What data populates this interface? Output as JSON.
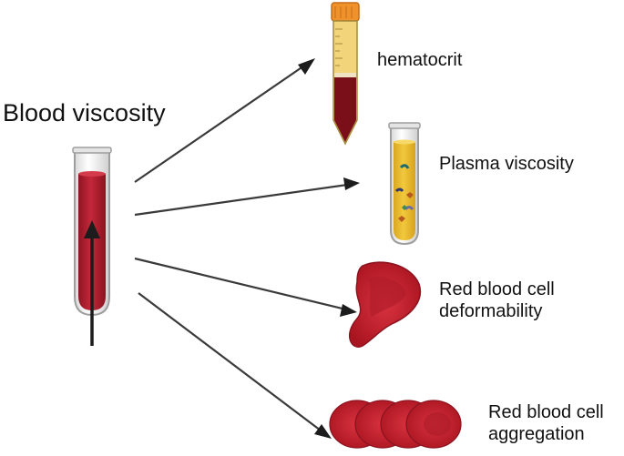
{
  "title": "Blood viscosity",
  "factors": {
    "hematocrit": "hematocrit",
    "plasma": "Plasma viscosity",
    "deformability": [
      "Red blood cell",
      "deformability"
    ],
    "aggregation": [
      "Red blood cell",
      "aggregation"
    ]
  },
  "colors": {
    "blood": "#b21a2c",
    "blood_dark": "#6e0f18",
    "plasma": "#e6b92f",
    "cap": "#f0922c",
    "arrow": "#1c1c1c"
  },
  "icons": [
    "blood-tube-icon",
    "hematocrit-tube-icon",
    "plasma-tube-icon",
    "red-blood-cell-icon",
    "rouleaux-icon"
  ]
}
